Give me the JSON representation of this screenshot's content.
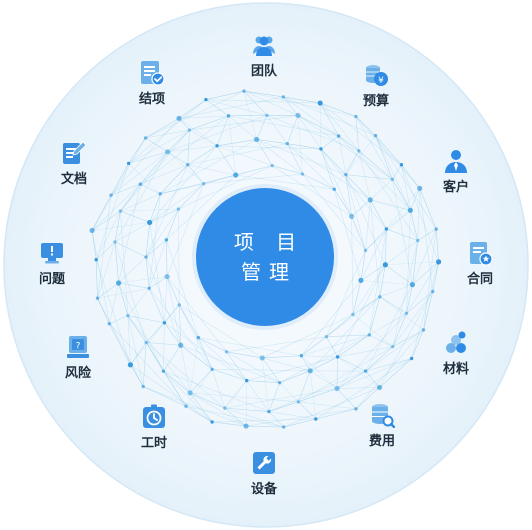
{
  "center": {
    "line1": "项 目",
    "line2": "管理"
  },
  "colors": {
    "accent": "#2f8be6",
    "icon": "#3a8fe0",
    "ring_fill": "#eaf4fb",
    "ring_stroke": "#cfe3f3",
    "mesh": "#7cc0e6",
    "label": "#1f2d3d"
  },
  "nodes": [
    {
      "id": "team",
      "label": "团队",
      "icon": "team-icon"
    },
    {
      "id": "budget",
      "label": "预算",
      "icon": "coins-icon"
    },
    {
      "id": "client",
      "label": "客户",
      "icon": "client-icon"
    },
    {
      "id": "contract",
      "label": "合同",
      "icon": "contract-icon"
    },
    {
      "id": "material",
      "label": "材料",
      "icon": "material-icon"
    },
    {
      "id": "expense",
      "label": "费用",
      "icon": "database-icon"
    },
    {
      "id": "equipment",
      "label": "设备",
      "icon": "wrench-icon"
    },
    {
      "id": "timesheet",
      "label": "工时",
      "icon": "timer-icon"
    },
    {
      "id": "risk",
      "label": "风险",
      "icon": "risk-icon"
    },
    {
      "id": "issue",
      "label": "问题",
      "icon": "monitor-alert-icon"
    },
    {
      "id": "document",
      "label": "文档",
      "icon": "document-edit-icon"
    },
    {
      "id": "closure",
      "label": "结项",
      "icon": "checklist-icon"
    }
  ]
}
